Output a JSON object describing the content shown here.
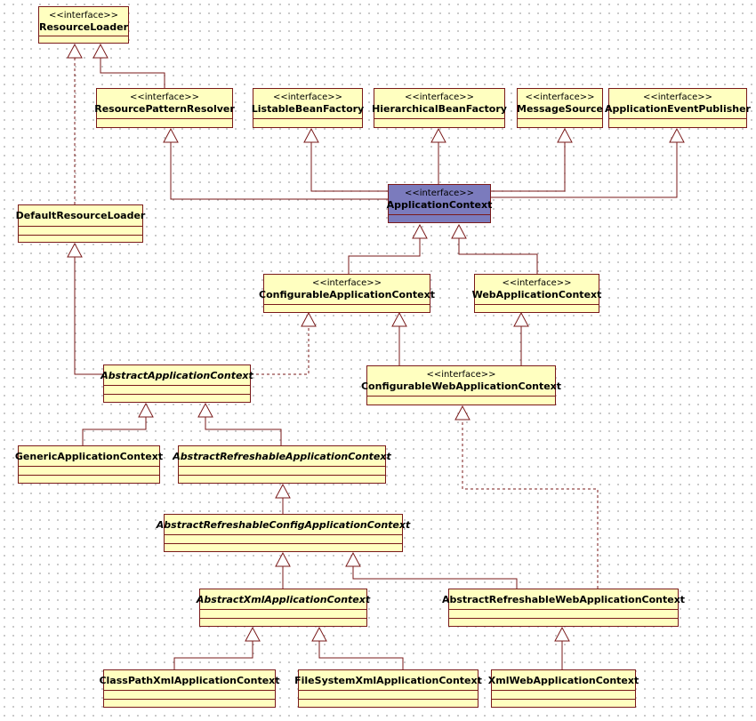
{
  "stereotype": "<<interface>>",
  "classes": {
    "resource_loader": "ResourceLoader",
    "resource_pattern_resolver": "ResourcePatternResolver",
    "listable_bean_factory": "ListableBeanFactory",
    "hierarchical_bean_factory": "HierarchicalBeanFactory",
    "message_source": "MessageSource",
    "application_event_publisher": "ApplicationEventPublisher",
    "default_resource_loader": "DefaultResourceLoader",
    "application_context": "ApplicationContext",
    "configurable_application_context": "ConfigurableApplicationContext",
    "web_application_context": "WebApplicationContext",
    "abstract_application_context": "AbstractApplicationContext",
    "configurable_web_application_context": "ConfigurableWebApplicationContext",
    "generic_application_context": "GenericApplicationContext",
    "abstract_refreshable_application_context": "AbstractRefreshableApplicationContext",
    "abstract_refreshable_config_application_context": "AbstractRefreshableConfigApplicationContext",
    "abstract_xml_application_context": "AbstractXmlApplicationContext",
    "abstract_refreshable_web_application_context": "AbstractRefreshableWebApplicationContext",
    "class_path_xml_application_context": "ClassPathXmlApplicationContext",
    "file_system_xml_application_context": "FileSystemXmlApplicationContext",
    "xml_web_application_context": "XmlWebApplicationContext"
  },
  "colors": {
    "box_fill": "#ffffc0",
    "highlight_fill": "#7b7bbd",
    "line": "#7a1a1a"
  }
}
